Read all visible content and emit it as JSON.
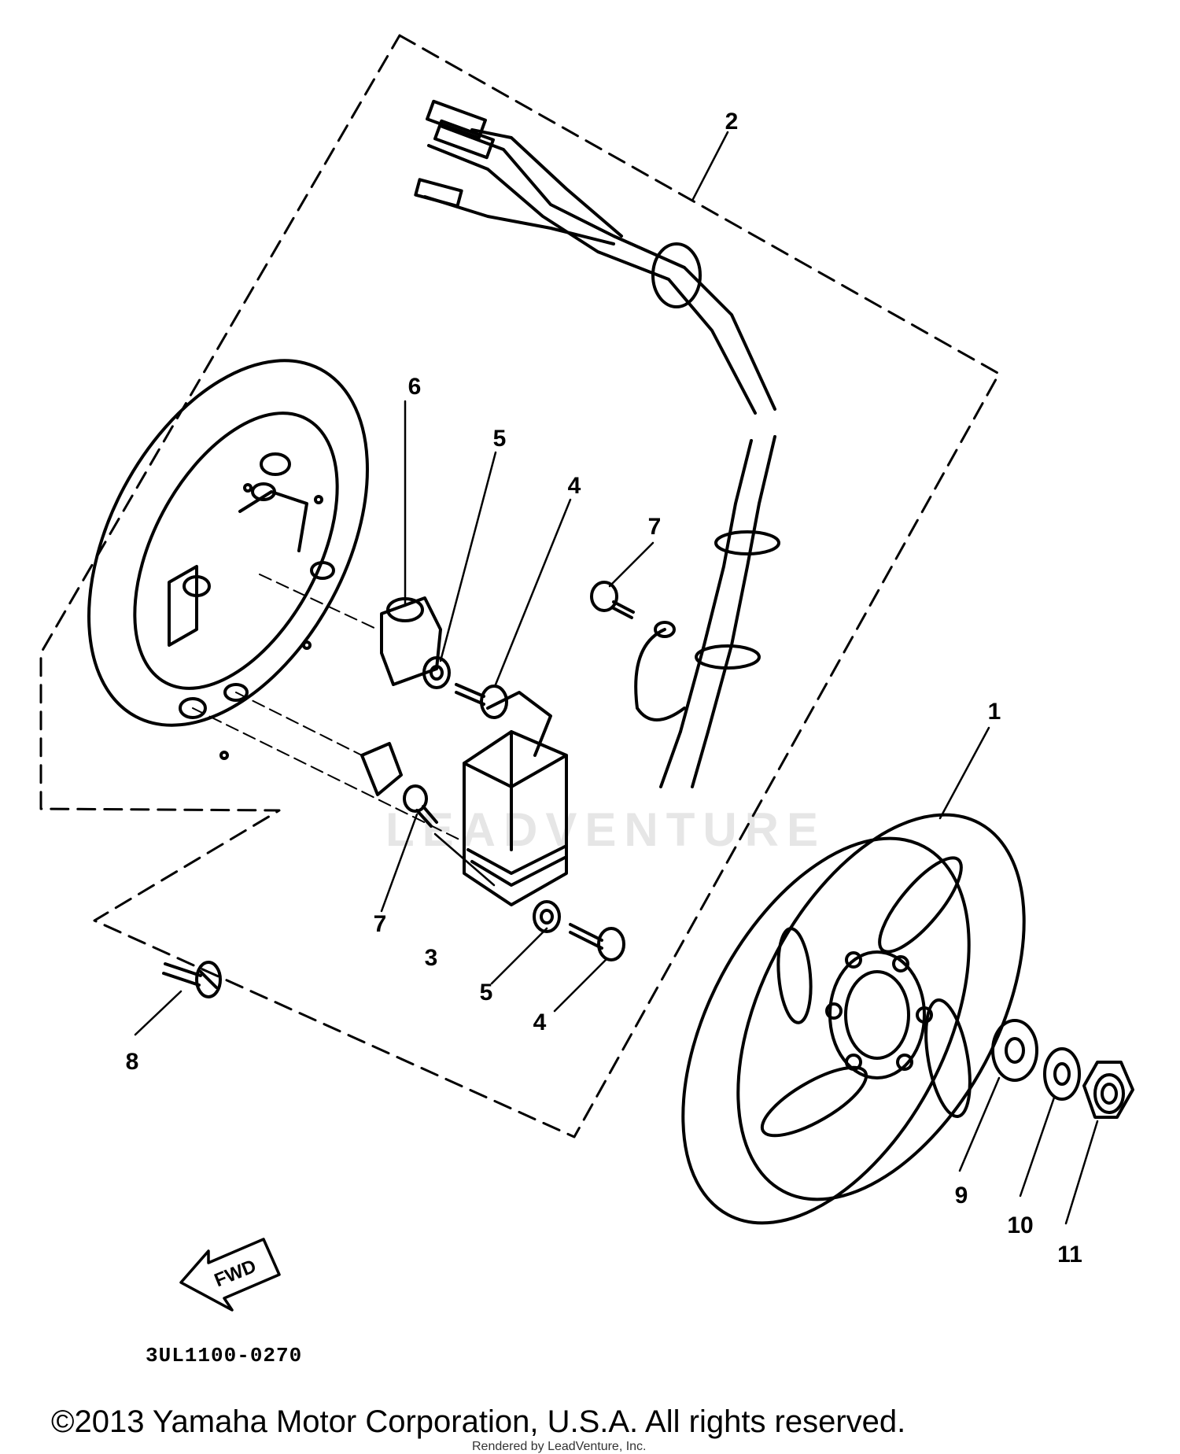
{
  "callouts": [
    {
      "id": "1",
      "text": "1"
    },
    {
      "id": "2",
      "text": "2"
    },
    {
      "id": "3",
      "text": "3"
    },
    {
      "id": "4a",
      "text": "4"
    },
    {
      "id": "4b",
      "text": "4"
    },
    {
      "id": "5a",
      "text": "5"
    },
    {
      "id": "5b",
      "text": "5"
    },
    {
      "id": "6",
      "text": "6"
    },
    {
      "id": "7a",
      "text": "7"
    },
    {
      "id": "7b",
      "text": "7"
    },
    {
      "id": "8",
      "text": "8"
    },
    {
      "id": "9",
      "text": "9"
    },
    {
      "id": "10",
      "text": "10"
    },
    {
      "id": "11",
      "text": "11"
    }
  ],
  "fwd_label": "FWD",
  "diagram_code": "3UL1100-0270",
  "copyright": "©2013 Yamaha Motor Corporation, U.S.A. All rights reserved.",
  "rendered_by": "Rendered by LeadVenture, Inc.",
  "watermark": "LEADVENTURE"
}
